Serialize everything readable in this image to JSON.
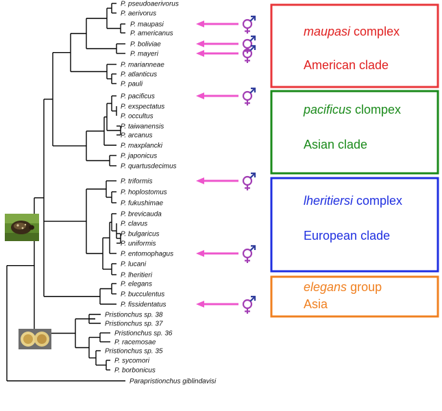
{
  "taxa": [
    "P. pseudoaerivorus",
    "P. aerivorus",
    "P. maupasi",
    "P. americanus",
    "P. boliviae",
    "P. mayeri",
    "P. marianneae",
    "P. atlanticus",
    "P. pauli",
    "P. pacificus",
    "P. exspectatus",
    "P. occultus",
    "P. taiwanensis",
    "P. arcanus",
    "P. maxplancki",
    "P. japonicus",
    "P. quartusdecimus",
    "P. triformis",
    "P. hoplostomus",
    "P. fukushimae",
    "P. brevicauda",
    "P. clavus",
    "P. bulgaricus",
    "P. uniformis",
    "P. entomophagus",
    "P. lucani",
    "P. lheritieri",
    "P. elegans",
    "P. bucculentus",
    "P. fissidentatus",
    "Pristionchus sp. 38",
    "Pristionchus sp. 37",
    "Pristionchus sp. 36",
    "P. racemosae",
    "Pristionchus sp. 35",
    "P. sycomori",
    "P. borbonicus",
    "Parapristionchus giblindavisi"
  ],
  "hermaphrodite_markers": [
    "P. maupasi",
    "P. boliviae",
    "P. mayeri",
    "P. pacificus",
    "P. triformis",
    "P. entomophagus",
    "P. fissidentatus"
  ],
  "clade_boxes": [
    {
      "id": "maupasi",
      "color": "#e8363a",
      "line1_italic": "maupasi",
      "line1_rest": " complex",
      "line1_italic_color": "#e02020",
      "line1_rest_color": "#e02020",
      "line2": "American clade",
      "line2_color": "#e02020"
    },
    {
      "id": "pacificus",
      "color": "#1a8a1a",
      "line1_italic": "pacificus",
      "line1_rest": " clompex",
      "line1_italic_color": "#1a8a1a",
      "line1_rest_color": "#1a8a1a",
      "line2": "Asian clade",
      "line2_color": "#1a8a1a"
    },
    {
      "id": "lheritiersi",
      "color": "#1f2fe0",
      "line1_italic": "lheritiersi",
      "line1_rest": " complex",
      "line1_italic_color": "#1f2fe0",
      "line1_rest_color": "#1f2fe0",
      "line2": "European clade",
      "line2_color": "#1f2fe0"
    },
    {
      "id": "elegans",
      "color": "#f08020",
      "line1_italic": "elegans",
      "line1_rest": " group",
      "line1_italic_color": "#f08020",
      "line1_rest_color": "#f08020",
      "line2": "Asia",
      "line2_color": "#f08020"
    }
  ],
  "colors": {
    "arrow": "#ee55cc",
    "venus": "#a23db4",
    "mars": "#2f3c9c"
  },
  "images": {
    "beetle_photo": "beetle-photo",
    "fig_photo": "fig-photo"
  }
}
